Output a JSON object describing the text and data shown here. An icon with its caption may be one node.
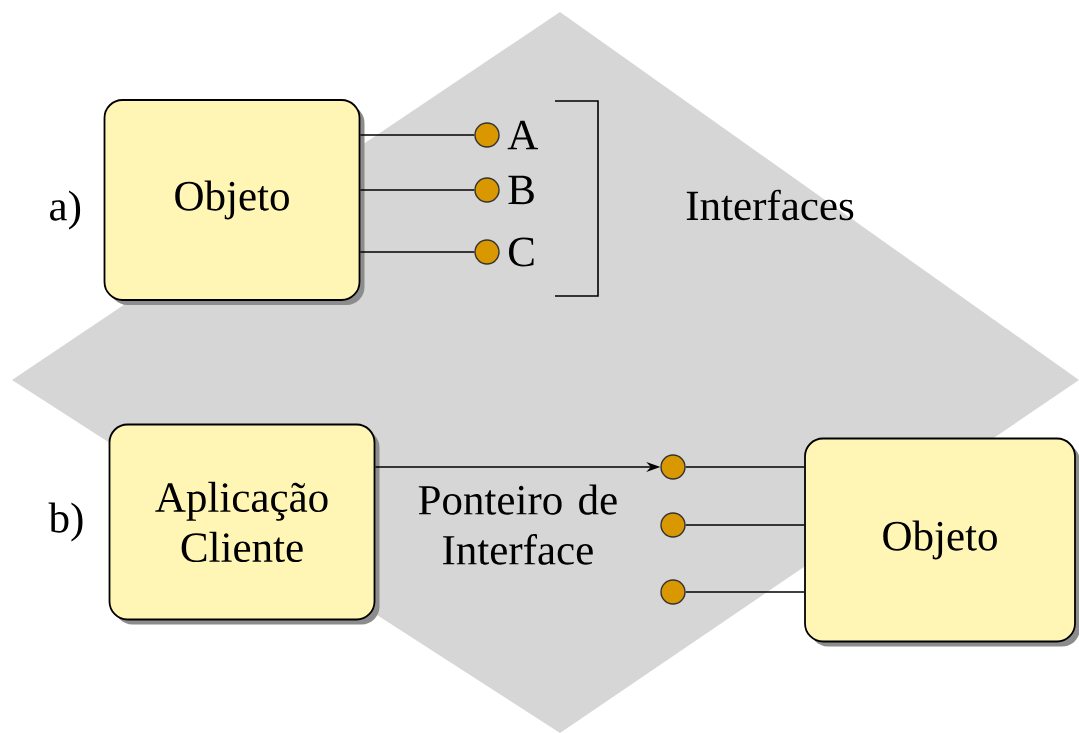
{
  "diagram": {
    "nodes": [
      {
        "text": [
          "Objeto"
        ]
      },
      {
        "text": [],
        "shape": "circle",
        "beside": [
          "A"
        ]
      },
      {
        "text": [],
        "shape": "circle",
        "beside": [
          "B"
        ]
      },
      {
        "text": [],
        "shape": "circle",
        "beside": [
          "C"
        ]
      },
      {
        "text": [
          "Aplicação Cliente"
        ]
      },
      {
        "text": [],
        "shape": "circle"
      },
      {
        "text": [],
        "shape": "circle"
      },
      {
        "text": [],
        "shape": "circle"
      },
      {
        "text": [
          "Objeto"
        ]
      }
    ],
    "edges": [
      {
        "from": 0,
        "to": 1,
        "arrow": "none"
      },
      {
        "from": 0,
        "to": 2,
        "arrow": "none"
      },
      {
        "from": 0,
        "to": 3,
        "arrow": "none"
      },
      {
        "from": 4,
        "to": 5,
        "arrow": "to",
        "label": "Ponteiro de Interface"
      },
      {
        "from": 8,
        "to": 5,
        "arrow": "none"
      },
      {
        "from": 8,
        "to": 6,
        "arrow": "none"
      },
      {
        "from": 8,
        "to": 7,
        "arrow": "none"
      }
    ],
    "labels": [
      "a)",
      "Interfaces",
      "b)"
    ]
  }
}
